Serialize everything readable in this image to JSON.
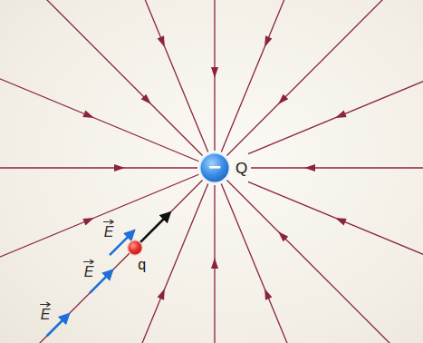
{
  "diagram": {
    "nodes": [
      {
        "text": [
          "−",
          "Q"
        ]
      },
      {
        "text": [
          "q"
        ]
      }
    ],
    "labels": [
      "E",
      "E",
      "E"
    ]
  }
}
